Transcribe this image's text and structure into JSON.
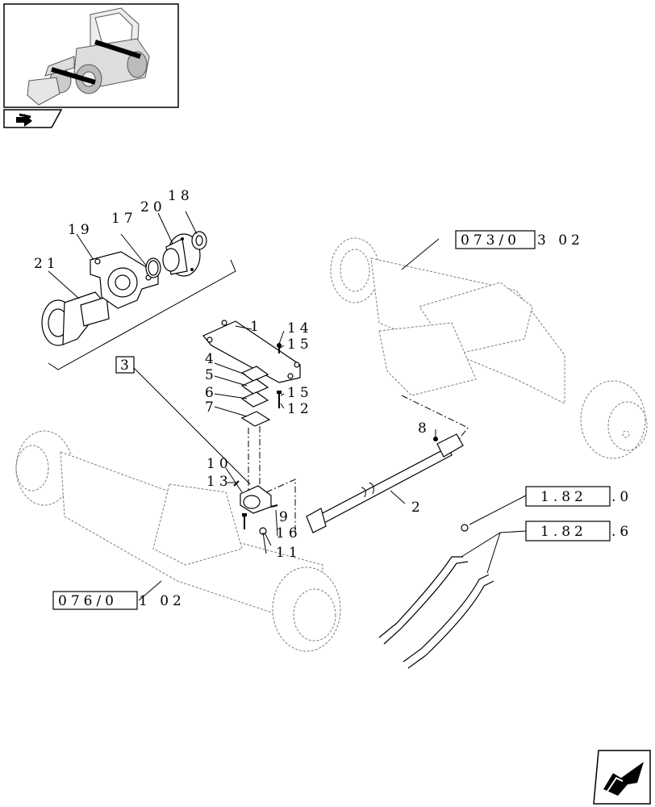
{
  "thumbnail": {
    "icon": "wheel-loader-thumbnail"
  },
  "nav_icons": {
    "back": "back-arrow-icon",
    "next": "next-page-arrow-icon"
  },
  "callouts": {
    "c1": "1",
    "c2": "2",
    "c4": "4",
    "c5": "5",
    "c6": "6",
    "c7": "7",
    "c8": "8",
    "c9": "9",
    "c10": "10",
    "c11": "11",
    "c12": "12",
    "c13": "13",
    "c14": "14",
    "c15a": "15",
    "c15b": "15",
    "c16": "16",
    "c17": "17",
    "c18": "18",
    "c19": "19",
    "c20": "20",
    "c21": "21"
  },
  "refs": {
    "rear_axle_box": "073/0",
    "rear_axle_suffix": "3 02",
    "front_axle_box": "076/0",
    "front_axle_suffix": "1 02",
    "detail_box": "3",
    "hose_ref_a_box": "1.82",
    "hose_ref_a_suffix": ".0",
    "hose_ref_b_box": "1.82",
    "hose_ref_b_suffix": ".6"
  }
}
